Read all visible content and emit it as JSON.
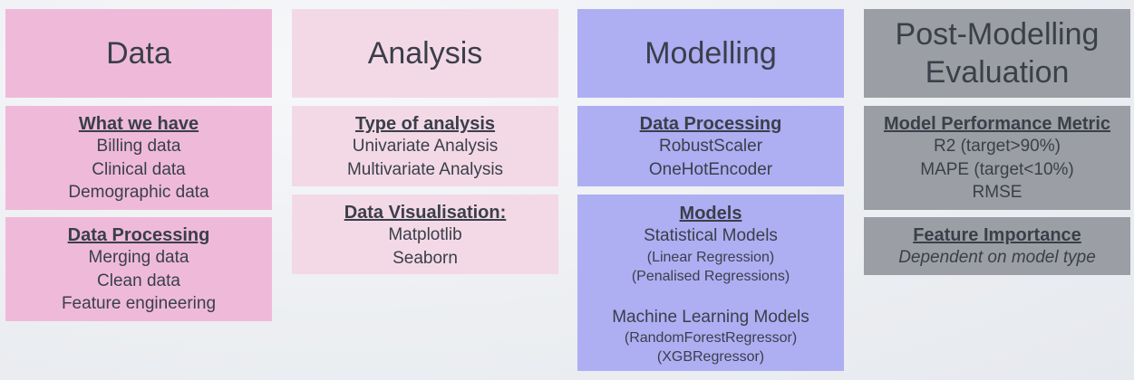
{
  "columns": [
    {
      "header": "Data",
      "sections": [
        {
          "title": "What we have",
          "items": [
            "Billing data",
            "Clinical data",
            "Demographic data"
          ]
        },
        {
          "title": "Data Processing",
          "items": [
            "Merging data",
            "Clean data",
            "Feature engineering"
          ]
        }
      ]
    },
    {
      "header": "Analysis",
      "sections": [
        {
          "title": "Type of analysis",
          "items": [
            "Univariate Analysis",
            "Multivariate Analysis"
          ]
        },
        {
          "title": "Data Visualisation:",
          "items": [
            "Matplotlib",
            "Seaborn"
          ]
        }
      ]
    },
    {
      "header": "Modelling",
      "sections": [
        {
          "title": "Data Processing",
          "items": [
            "RobustScaler",
            "OneHotEncoder"
          ]
        },
        {
          "title": "Models",
          "groups": [
            {
              "name": "Statistical Models",
              "details": [
                "(Linear Regression)",
                "(Penalised Regressions)"
              ]
            },
            {
              "name": "Machine Learning Models",
              "details": [
                "(RandomForestRegressor)",
                "(XGBRegressor)"
              ]
            }
          ]
        }
      ]
    },
    {
      "header_line1": "Post-Modelling",
      "header_line2": "Evaluation",
      "sections": [
        {
          "title": "Model Performance Metric",
          "items": [
            "R2 (target>90%)",
            "MAPE (target<10%)",
            "RMSE"
          ]
        },
        {
          "title": "Feature Importance",
          "items": [
            "Dependent on model type"
          ]
        }
      ]
    }
  ],
  "colors": {
    "data": "#efbad9",
    "analysis": "#f3d9e6",
    "modelling": "#aeaef3",
    "evaluation": "#9b9ea4",
    "text": "#3a3f4a"
  }
}
